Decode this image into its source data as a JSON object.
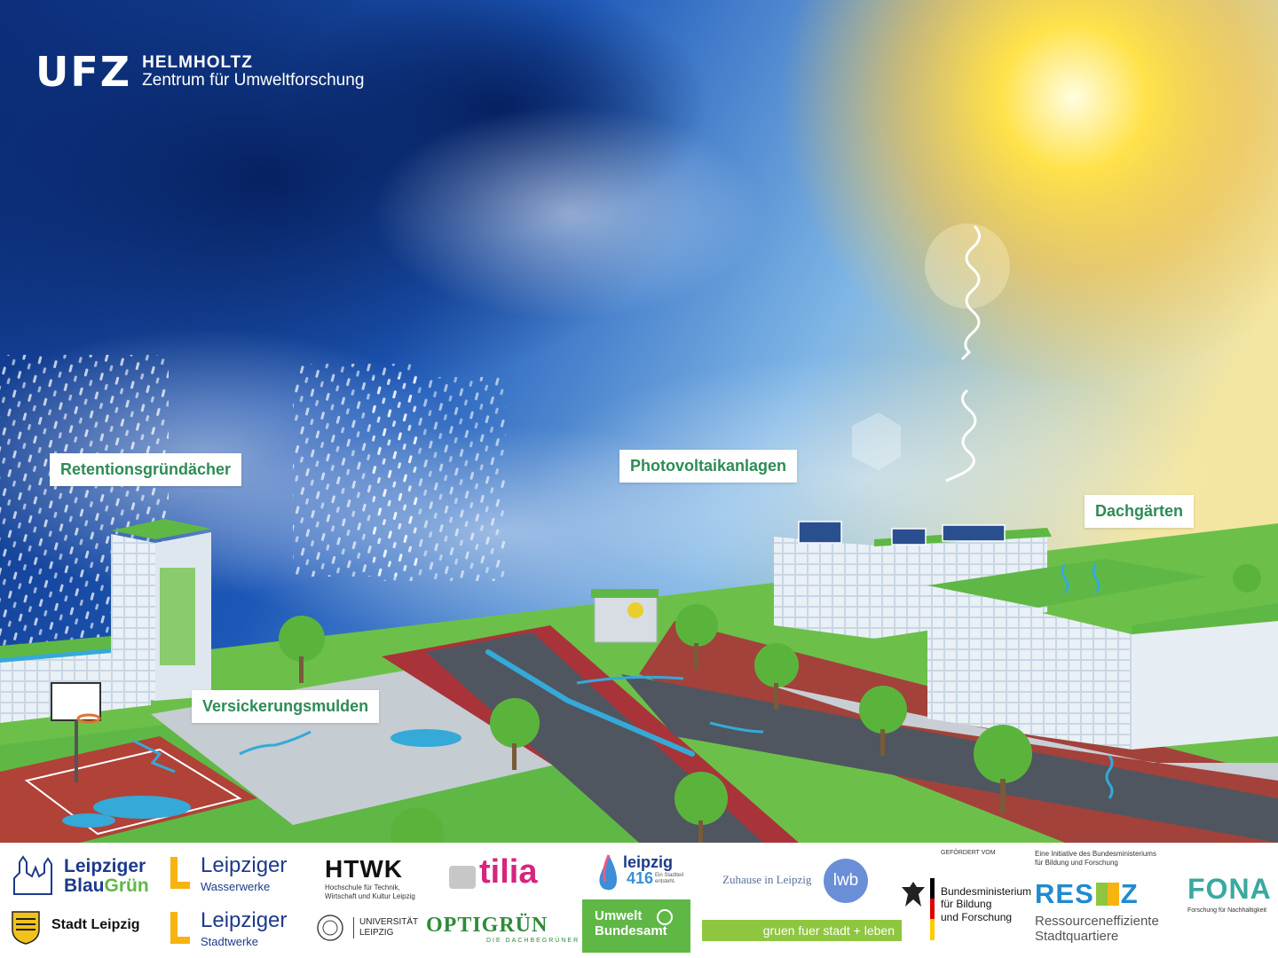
{
  "header": {
    "ufz_mark": "UFZ",
    "ufz_line1": "HELMHOLTZ",
    "ufz_line2": "Zentrum für Umweltforschung"
  },
  "labels": {
    "retention": "Retentionsgründächer",
    "photovoltaic": "Photovoltaikanlagen",
    "roof_gardens": "Dachgärten",
    "infiltration": "Versickerungsmulden"
  },
  "footer": {
    "blaugruen_1a": "Leipziger",
    "blaugruen_1b": "Blau",
    "blaugruen_1c": "Grün",
    "stadt_leipzig": "Stadt Leipzig",
    "ww_title": "Leipziger",
    "ww_sub": "Wasserwerke",
    "sw_title": "Leipziger",
    "sw_sub": "Stadtwerke",
    "htwk": "HTWK",
    "htwk_sub1": "Hochschule für Technik,",
    "htwk_sub2": "Wirtschaft und Kultur Leipzig",
    "uni_1": "UNIVERSITÄT",
    "uni_2": "LEIPZIG",
    "tilia": "tilia",
    "optigruen": "OPTIGRÜN",
    "optigruen_sub": "DIE DACHBEGRÜNER",
    "l416_a": "leipzig",
    "l416_b": "416",
    "l416_c": "Ein Stadtteil entsteht.",
    "uba_1": "Umwelt",
    "uba_2": "Bundesamt",
    "zuhause": "Zuhause in Leipzig",
    "lwb": "lwb",
    "gruen": "gruen fuer stadt + leben",
    "gefoerdert": "GEFÖRDERT VOM",
    "bmbf_1": "Bundesministerium",
    "bmbf_2": "für Bildung",
    "bmbf_3": "und Forschung",
    "initiative_1": "Eine Initiative des Bundesministeriums",
    "initiative_2": "für Bildung und Forschung",
    "ressz_a": "RES",
    "ressz_b": "Z",
    "ressz_sub1": "Ressourceneffiziente",
    "ressz_sub2": "Stadtquartiere",
    "fona": "FONA",
    "fona_sub": "Forschung für Nachhaltigkeit"
  },
  "colors": {
    "label_text": "#2e8b57",
    "water": "#35a9d8",
    "grass": "#5fb845",
    "bike_lane": "#a8343a",
    "sky_dark": "#0f3a8a"
  }
}
